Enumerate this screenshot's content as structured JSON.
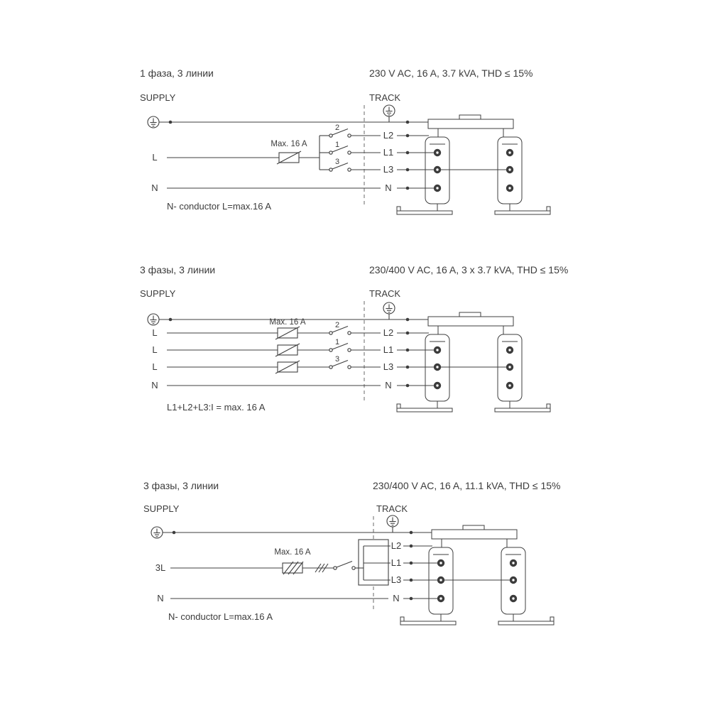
{
  "colors": {
    "ink": "#3c3c3c",
    "wire": "#3f3f3f",
    "background": "#ffffff"
  },
  "d1": {
    "title_left": "1 фаза, 3 линии",
    "title_right": "230 V AC, 16 A, 3.7 kVA, THD ≤ 15%",
    "supply": "SUPPLY",
    "track": "TRACK",
    "fuse": "Max. 16 A",
    "l_in": "L",
    "n_in": "N",
    "sw1": "2",
    "sw2": "1",
    "sw3": "3",
    "out1": "L2",
    "out2": "L1",
    "out3": "L3",
    "out4": "N",
    "note": "N- conductor  L=max.16 A"
  },
  "d2": {
    "title_left": "3 фазы, 3 линии",
    "title_right": "230/400 V AC, 16 A, 3 x 3.7 kVA, THD ≤ 15%",
    "supply": "SUPPLY",
    "track": "TRACK",
    "fuse": "Max. 16 A",
    "l_in1": "L",
    "l_in2": "L",
    "l_in3": "L",
    "n_in": "N",
    "sw1": "2",
    "sw2": "1",
    "sw3": "3",
    "out1": "L2",
    "out2": "L1",
    "out3": "L3",
    "out4": "N",
    "note": "L1+L2+L3:I = max. 16 A"
  },
  "d3": {
    "title_left": "3 фазы, 3 линии",
    "title_right": "230/400 V AC, 16 A, 11.1 kVA, THD ≤ 15%",
    "supply": "SUPPLY",
    "track": "TRACK",
    "fuse": "Max. 16 A",
    "l_in": "3L",
    "n_in": "N",
    "out1": "L2",
    "out2": "L1",
    "out3": "L3",
    "out4": "N",
    "note": "N- conductor  L=max.16 A"
  }
}
